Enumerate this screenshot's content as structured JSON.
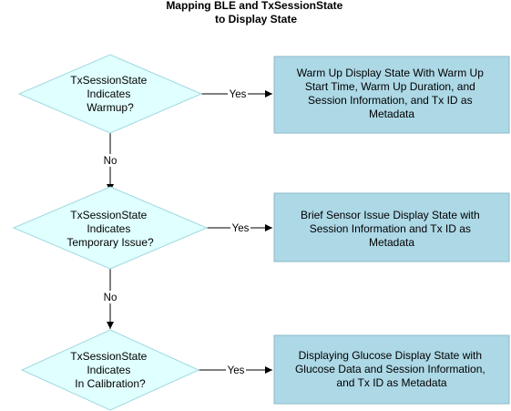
{
  "title": {
    "lines": [
      "Mapping BLE and TxSessionState",
      "to Display State"
    ]
  },
  "decisions": [
    {
      "id": "warmup",
      "lines": [
        "TxSessionState",
        "Indicates",
        "Warmup?"
      ]
    },
    {
      "id": "temporary-issue",
      "lines": [
        "TxSessionState",
        "Indicates",
        "Temporary Issue?"
      ]
    },
    {
      "id": "in-calibration",
      "lines": [
        "TxSessionState",
        "Indicates",
        "In Calibration?"
      ]
    }
  ],
  "outcomes": [
    {
      "id": "warm-up-display-state",
      "lines": [
        "Warm Up Display State With Warm Up",
        "Start Time, Warm Up Duration, and",
        "Session Information, and Tx ID as",
        "Metadata"
      ]
    },
    {
      "id": "brief-sensor-issue-display-state",
      "lines": [
        "Brief Sensor Issue Display State with",
        "Session Information and Tx ID as",
        "Metadata"
      ]
    },
    {
      "id": "glucose-display-state",
      "lines": [
        "Displaying Glucose Display State with",
        "Glucose Data and Session Information,",
        "and Tx ID as Metadata"
      ]
    }
  ],
  "edges": [
    {
      "id": "warmup-yes",
      "from": "warmup",
      "to": "warm-up-display-state",
      "label": "Yes"
    },
    {
      "id": "warmup-no",
      "from": "warmup",
      "to": "temporary-issue",
      "label": "No"
    },
    {
      "id": "temporary-issue-yes",
      "from": "temporary-issue",
      "to": "brief-sensor-issue-display-state",
      "label": "Yes"
    },
    {
      "id": "temporary-issue-no",
      "from": "temporary-issue",
      "to": "in-calibration",
      "label": "No"
    },
    {
      "id": "in-calibration-yes",
      "from": "in-calibration",
      "to": "glucose-display-state",
      "label": "Yes"
    }
  ],
  "colors": {
    "decision_fill": "#e0ffff",
    "process_fill": "#add8e6",
    "edge": "#000000"
  }
}
